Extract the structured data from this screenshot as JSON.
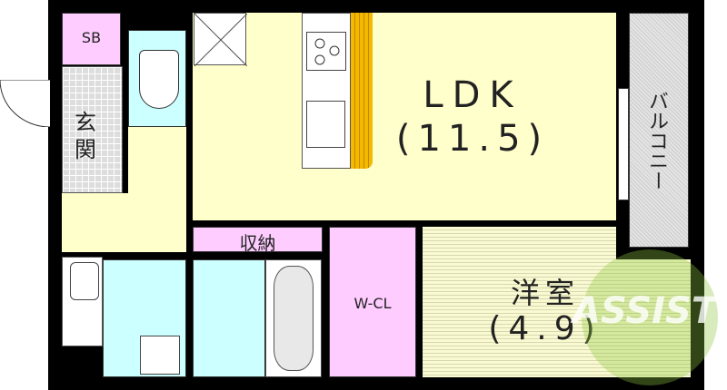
{
  "rooms": {
    "shoe_box": "SB",
    "entrance": "玄関",
    "ldk": "LDK",
    "ldk_size": "(11.5)",
    "storage": "収納",
    "walk_in_closet": "W-CL",
    "western_room": "洋室",
    "western_room_size": "(4.9)",
    "balcony": "バルコニー"
  },
  "colors": {
    "living": "#ffffcc",
    "storage": "#ffccff",
    "wet_area": "#ccffff",
    "kitchen_accent": "#f5b800",
    "watermark": "#8dc63f"
  },
  "watermark": {
    "text": "ASSIST"
  }
}
